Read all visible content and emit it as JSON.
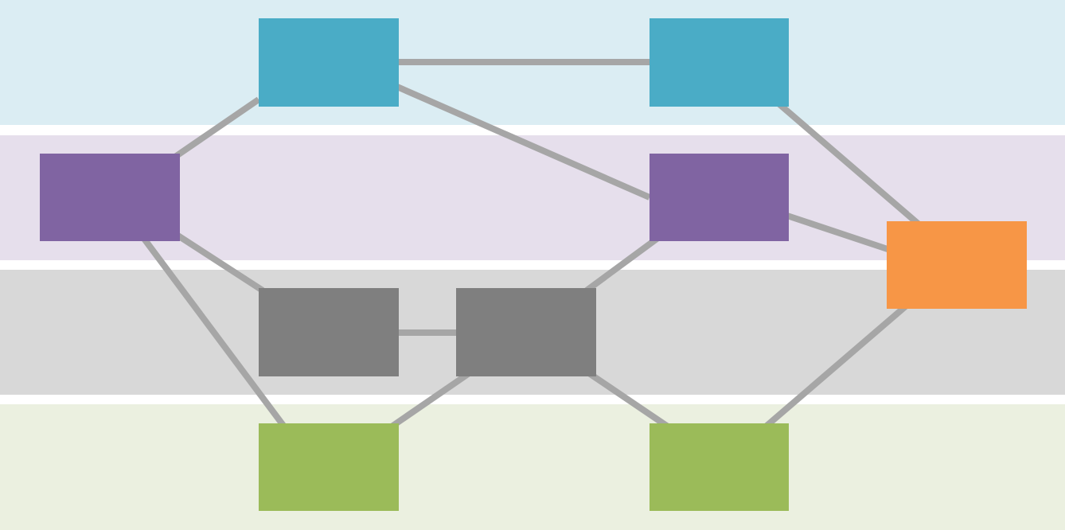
{
  "colors": {
    "background": "#ffffff",
    "edge": "#a6a6a6"
  },
  "lanes": [
    {
      "id": "lane-top",
      "color": "#dbedf3"
    },
    {
      "id": "lane-second",
      "color": "#e6dfec"
    },
    {
      "id": "lane-third",
      "color": "#d8d8d8"
    },
    {
      "id": "lane-bottom",
      "color": "#ebf0e0"
    }
  ],
  "nodes": [
    {
      "id": "blue-1",
      "lane": "lane-top",
      "color": "#4aacc6"
    },
    {
      "id": "blue-2",
      "lane": "lane-top",
      "color": "#4aacc6"
    },
    {
      "id": "purple-1",
      "lane": "lane-second",
      "color": "#8064a2"
    },
    {
      "id": "purple-2",
      "lane": "lane-second",
      "color": "#8064a2"
    },
    {
      "id": "orange-1",
      "lane": "lane-second",
      "color": "#f79646"
    },
    {
      "id": "gray-1",
      "lane": "lane-third",
      "color": "#7f7f7f"
    },
    {
      "id": "gray-2",
      "lane": "lane-third",
      "color": "#7f7f7f"
    },
    {
      "id": "green-1",
      "lane": "lane-bottom",
      "color": "#9bbb59"
    },
    {
      "id": "green-2",
      "lane": "lane-bottom",
      "color": "#9bbb59"
    }
  ],
  "edges": [
    [
      "blue-1",
      "blue-2"
    ],
    [
      "blue-1",
      "purple-1"
    ],
    [
      "blue-1",
      "purple-2"
    ],
    [
      "blue-2",
      "orange-1"
    ],
    [
      "purple-2",
      "orange-1"
    ],
    [
      "purple-1",
      "gray-1"
    ],
    [
      "purple-1",
      "green-1"
    ],
    [
      "gray-1",
      "gray-2"
    ],
    [
      "gray-2",
      "purple-2"
    ],
    [
      "gray-2",
      "green-1"
    ],
    [
      "gray-2",
      "green-2"
    ],
    [
      "orange-1",
      "green-2"
    ]
  ]
}
